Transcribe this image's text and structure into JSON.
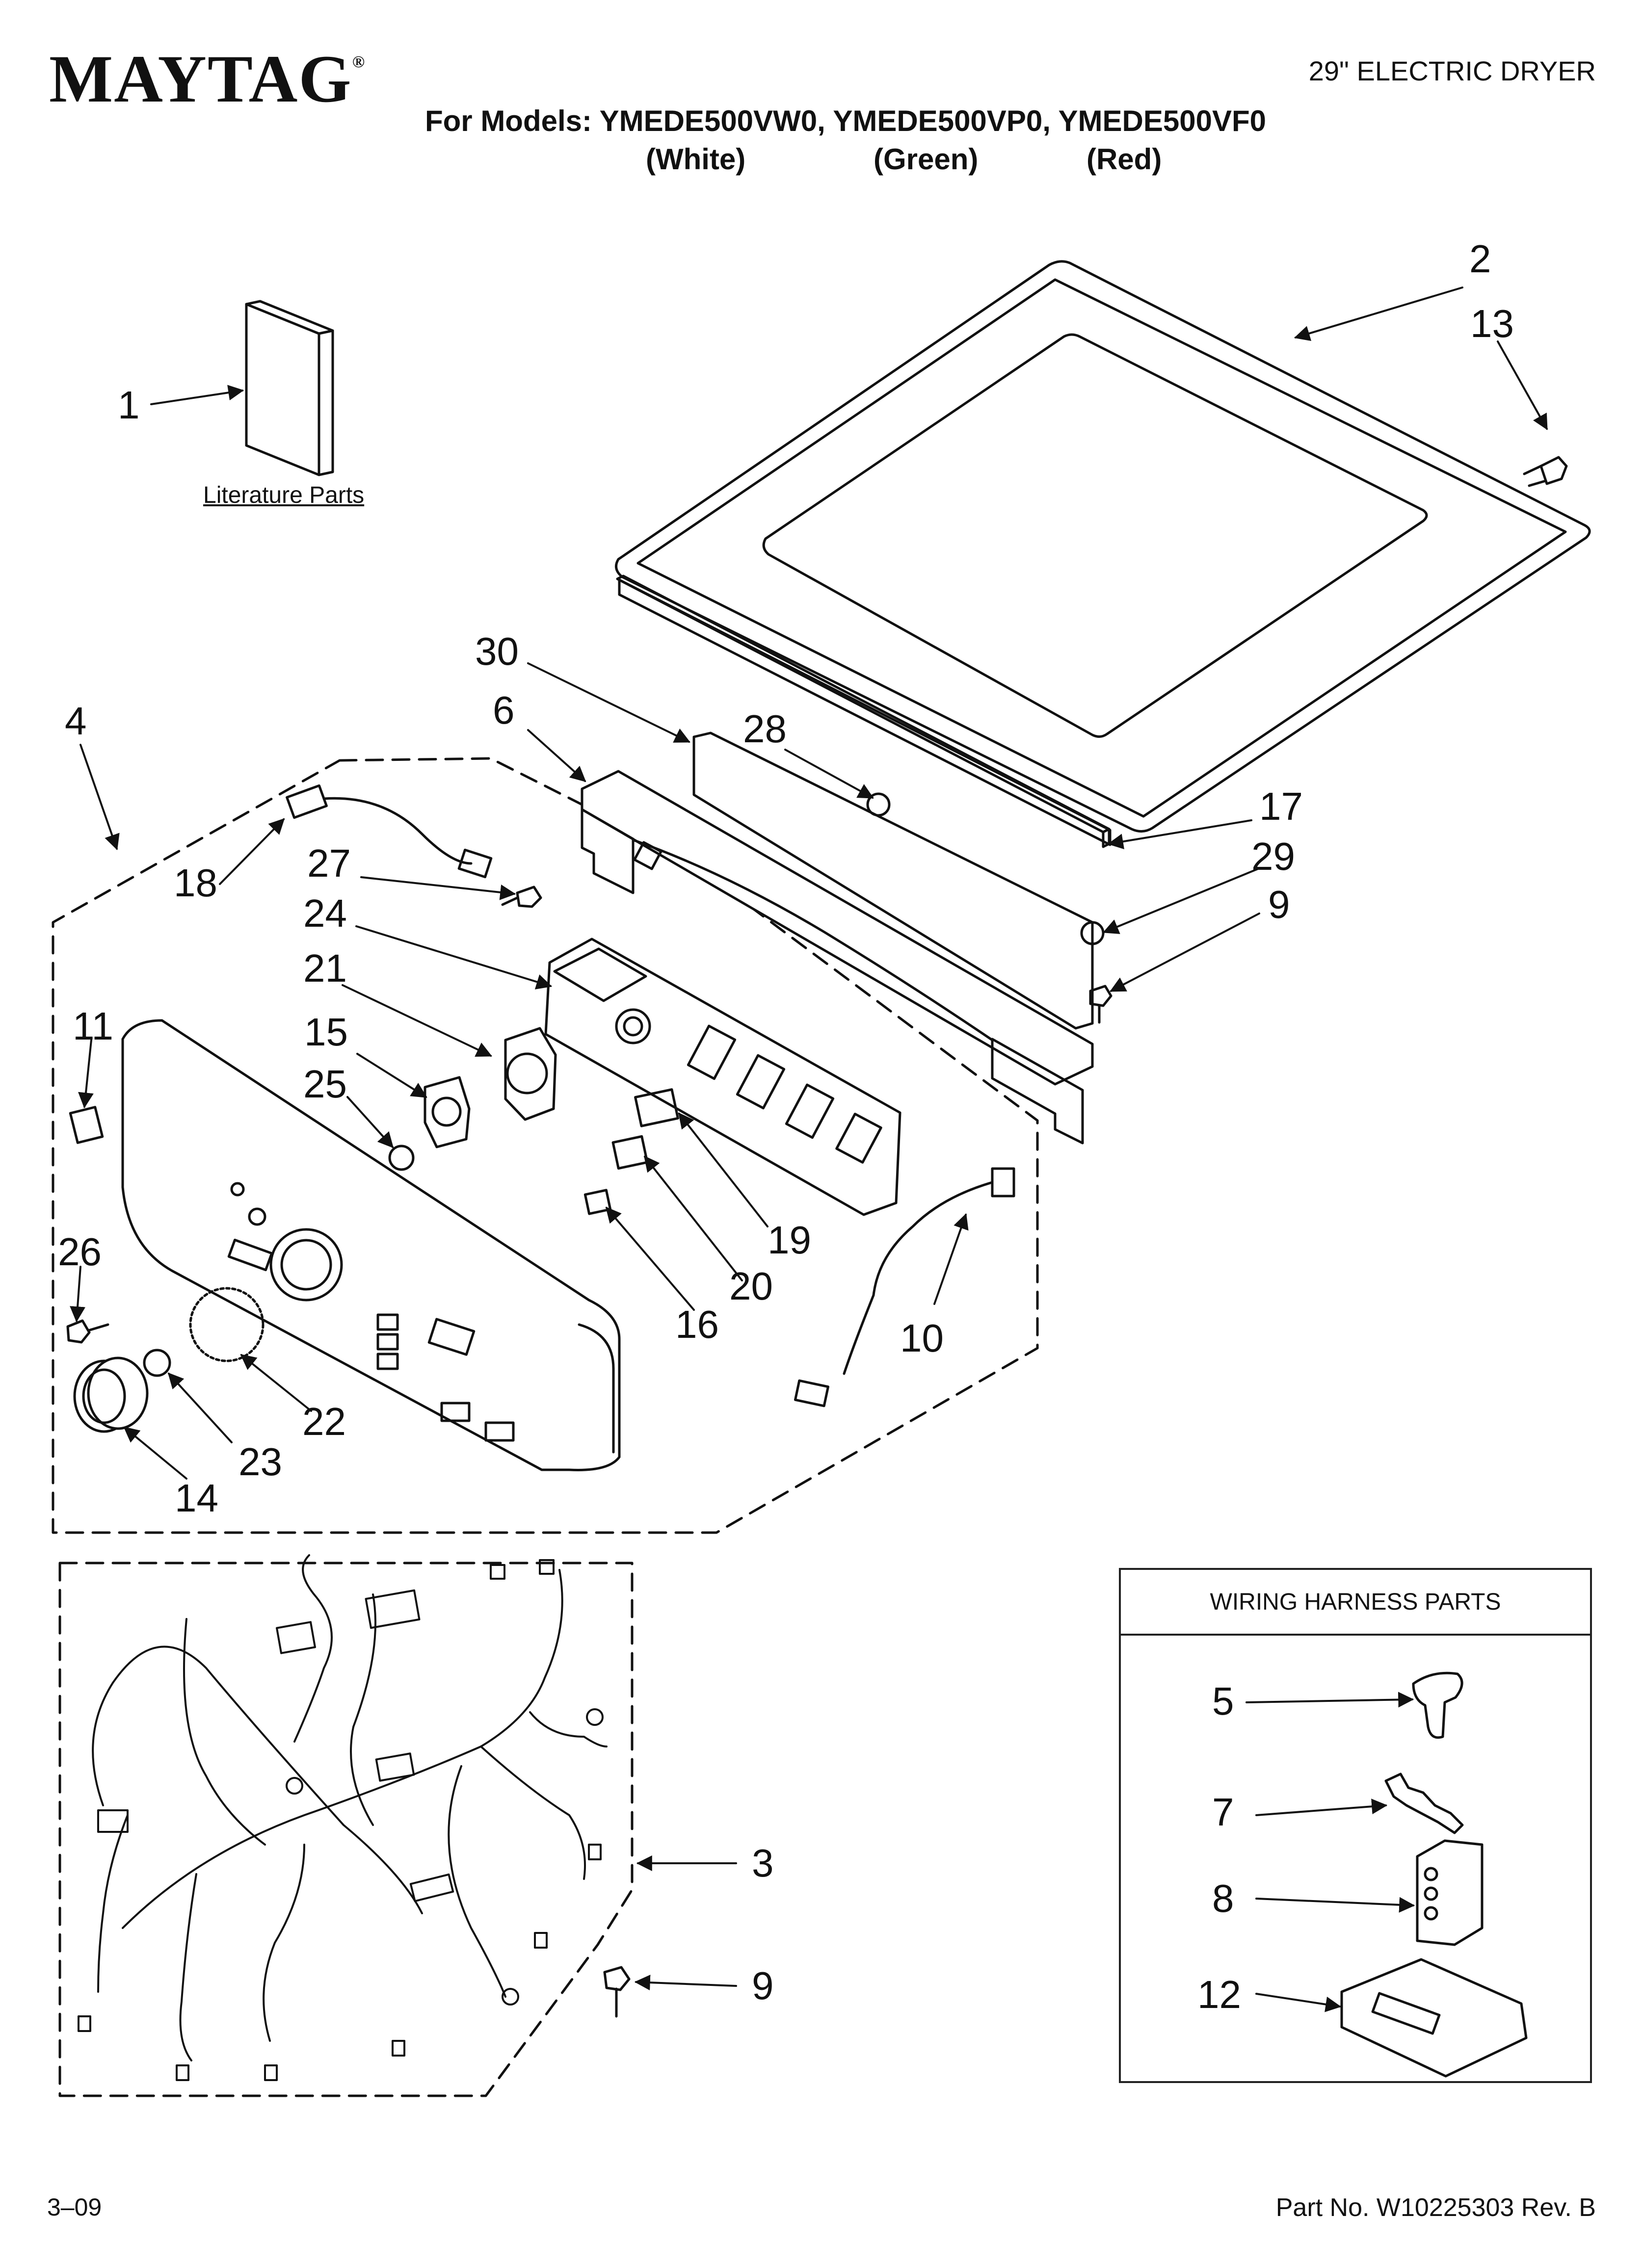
{
  "header": {
    "brand": "MAYTAG",
    "brand_mark": "®",
    "doc_type": "29\" ELECTRIC DRYER",
    "models_line": "For Models: YMEDE500VW0, YMEDE500VP0, YMEDE500VF0",
    "colors": [
      "(White)",
      "(Green)",
      "(Red)"
    ]
  },
  "literature_label": "Literature Parts",
  "harness_box": {
    "title": "WIRING HARNESS PARTS",
    "callouts": [
      "5",
      "7",
      "8",
      "12"
    ]
  },
  "callouts": [
    "1",
    "2",
    "13",
    "30",
    "4",
    "6",
    "28",
    "17",
    "18",
    "27",
    "29",
    "9",
    "24",
    "21",
    "11",
    "15",
    "25",
    "19",
    "26",
    "20",
    "16",
    "10",
    "22",
    "23",
    "14",
    "3",
    "9"
  ],
  "footer": {
    "date": "3–09",
    "part_no": "Part No. W10225303 Rev. B"
  },
  "colors": {
    "ink": "#111111",
    "background": "#ffffff"
  }
}
